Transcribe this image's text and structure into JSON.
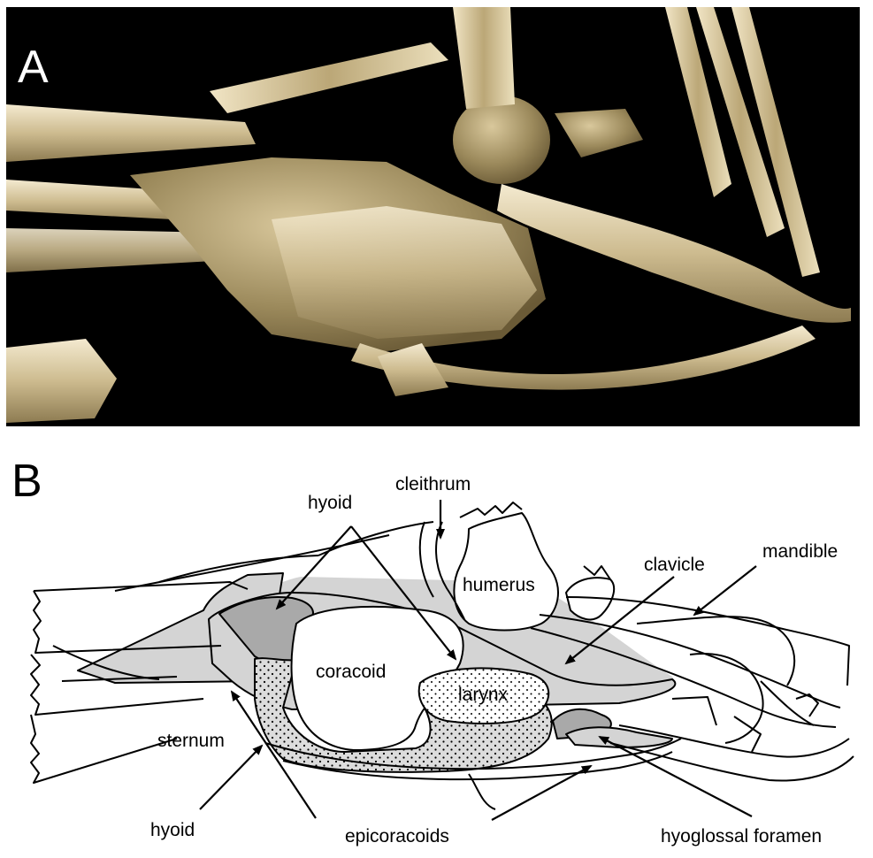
{
  "panel_a": {
    "letter": "A"
  },
  "panel_b": {
    "letter": "B",
    "labels": {
      "cleithrum": "cleithrum",
      "hyoid_top": "hyoid",
      "humerus": "humerus",
      "clavicle": "clavicle",
      "mandible": "mandible",
      "coracoid": "coracoid",
      "larynx": "larynx",
      "sternum": "sternum",
      "hyoid_bottom": "hyoid",
      "epicoracoids": "epicoracoids",
      "hyoglossal_foramen": "hyoglossal foramen"
    }
  },
  "colors": {
    "bone_light": "#efe3c4",
    "bone_mid": "#c9b78a",
    "bone_dark": "#7a6a45",
    "sketch_gray_light": "#d4d4d4",
    "sketch_gray_dark": "#a9a9a9",
    "ink": "#000000"
  }
}
